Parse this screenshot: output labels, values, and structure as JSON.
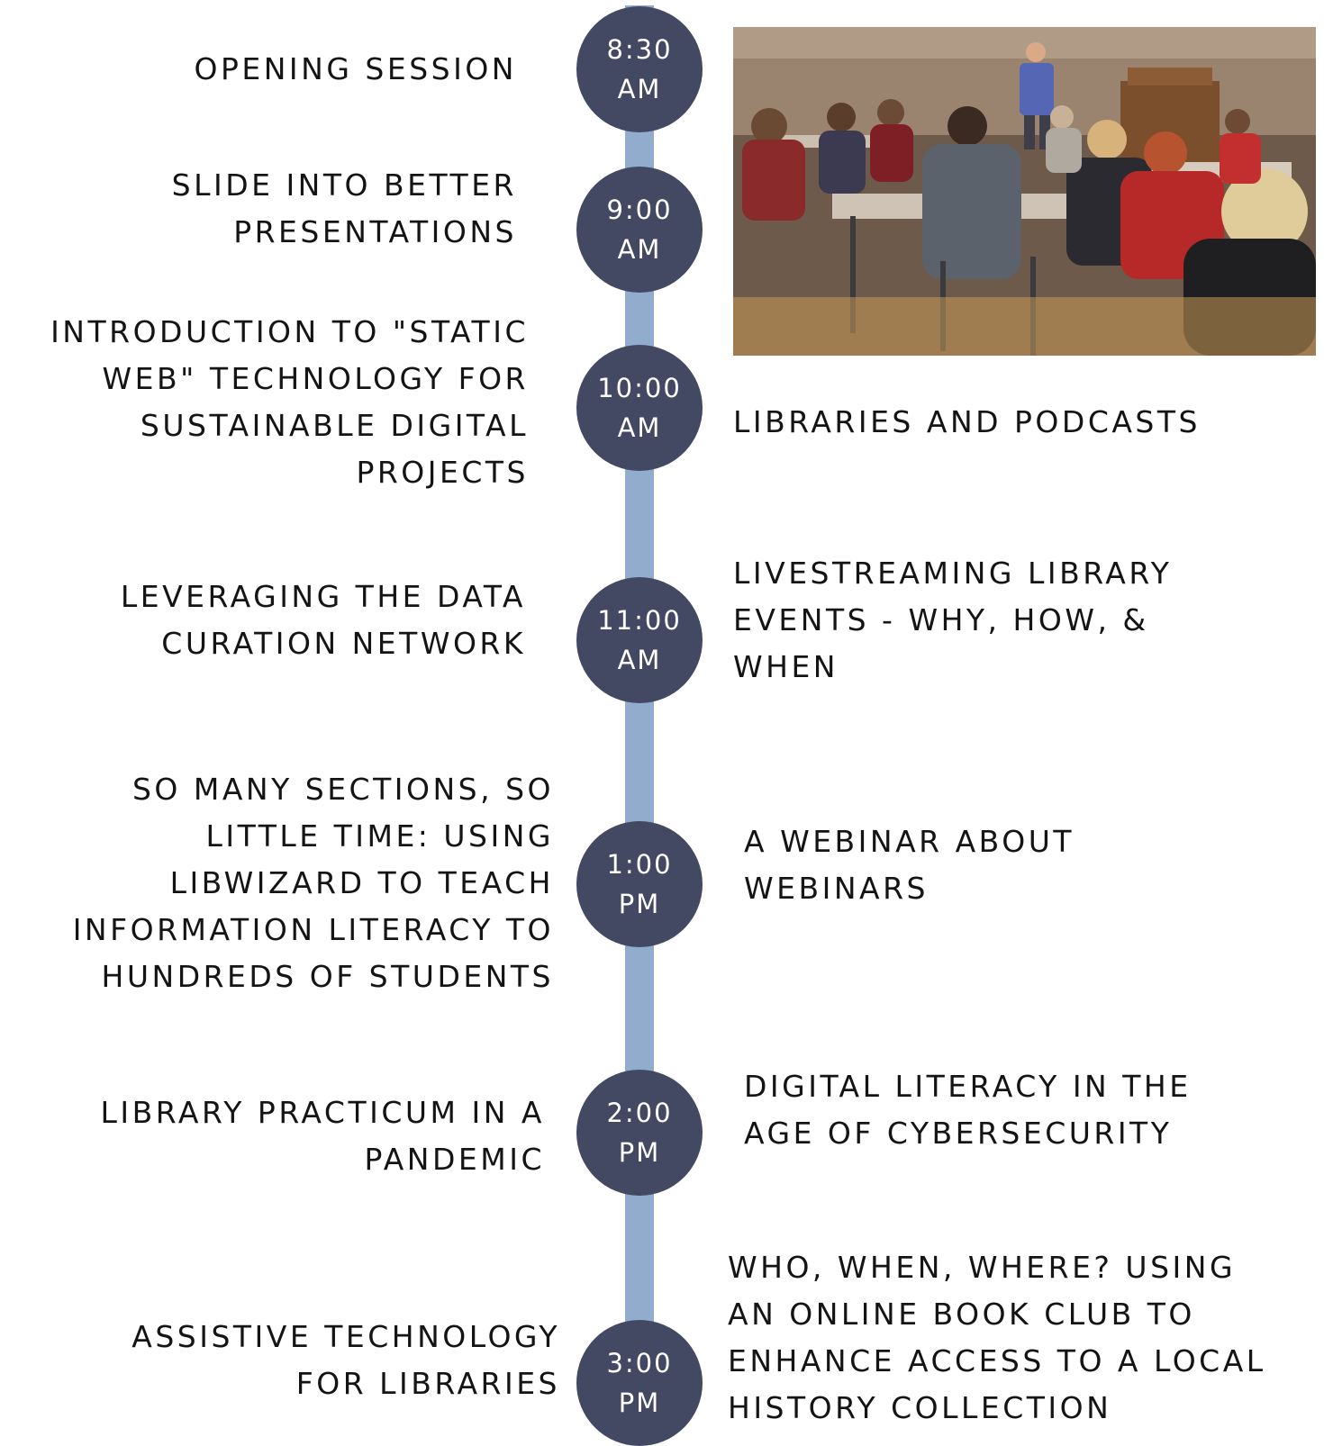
{
  "schedule": [
    {
      "time": {
        "hour": "8:30",
        "period": "AM"
      },
      "left": "OPENING SESSION",
      "right": ""
    },
    {
      "time": {
        "hour": "9:00",
        "period": "AM"
      },
      "left": "SLIDE  INTO BETTER\nPRESENTATIONS",
      "right": ""
    },
    {
      "time": {
        "hour": "10:00",
        "period": "AM"
      },
      "left": "INTRODUCTION TO \"STATIC\nWEB\" TECHNOLOGY FOR\nSUSTAINABLE DIGITAL\nPROJECTS",
      "right": "LIBRARIES AND PODCASTS"
    },
    {
      "time": {
        "hour": "11:00",
        "period": "AM"
      },
      "left": "LEVERAGING THE DATA\nCURATION NETWORK",
      "right": "LIVESTREAMING LIBRARY\nEVENTS - WHY, HOW, &\nWHEN"
    },
    {
      "time": {
        "hour": "1:00",
        "period": "PM"
      },
      "left": "SO MANY SECTIONS, SO\nLITTLE TIME: USING\nLIBWIZARD  TO TEACH\nINFORMATION LITERACY TO\nHUNDREDS OF STUDENTS",
      "right": "A WEBINAR ABOUT\nWEBINARS"
    },
    {
      "time": {
        "hour": "2:00",
        "period": "PM"
      },
      "left": "LIBRARY PRACTICUM IN A\nPANDEMIC",
      "right": "DIGITAL LITERACY IN THE\nAGE OF CYBERSECURITY"
    },
    {
      "time": {
        "hour": "3:00",
        "period": "PM"
      },
      "left": "ASSISTIVE TECHNOLOGY\nFOR LIBRARIES",
      "right": "WHO, WHEN, WHERE? USING\nAN ONLINE BOOK CLUB TO\nENHANCE ACCESS TO  A LOCAL\nHISTORY COLLECTION"
    }
  ],
  "colors": {
    "spine": "#92acce",
    "node": "#434863",
    "node_text": "#ffffff",
    "text": "#141414"
  }
}
